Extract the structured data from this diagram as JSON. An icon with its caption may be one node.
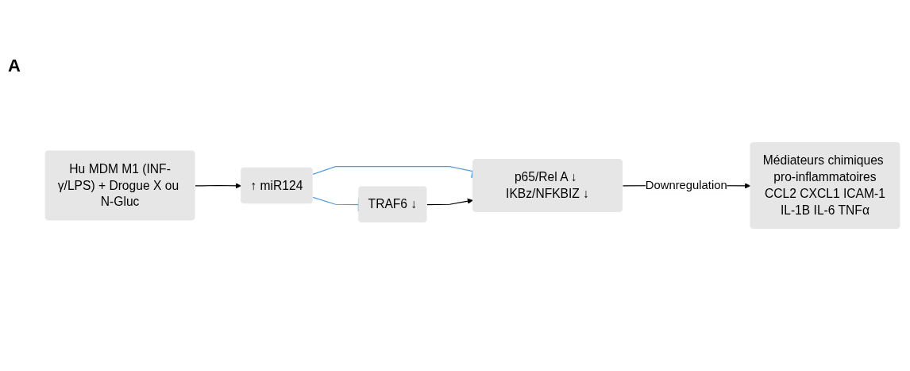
{
  "diagram": {
    "nodes": [
      {
        "text": [
          "Hu MDM M1 (INF-γ/LPS) + Drogue X ou N-Gluc"
        ]
      },
      {
        "text": [
          "↑ miR124"
        ]
      },
      {
        "text": [
          "TRAF6 ↓"
        ]
      },
      {
        "text": [
          "p65/Rel A ↓ IKBz/NFKBIZ ↓"
        ]
      },
      {
        "text": [
          "Médiateurs chimiques pro-inflammatoires",
          "CCL2 CXCL1 ICAM-1",
          "IL-1B IL-6 TNFα"
        ]
      }
    ],
    "edges": [
      {
        "from": 0,
        "to": 1,
        "arrow": "to"
      },
      {
        "from": 1,
        "to": 2,
        "arrow": "other",
        "color": "#5b9bd5"
      },
      {
        "from": 1,
        "to": 3,
        "arrow": "other",
        "color": "#5b9bd5"
      },
      {
        "from": 2,
        "to": 3,
        "arrow": "to"
      },
      {
        "from": 3,
        "to": 4,
        "arrow": "to",
        "label": "Downregulation"
      }
    ],
    "labels": [
      "A"
    ]
  }
}
